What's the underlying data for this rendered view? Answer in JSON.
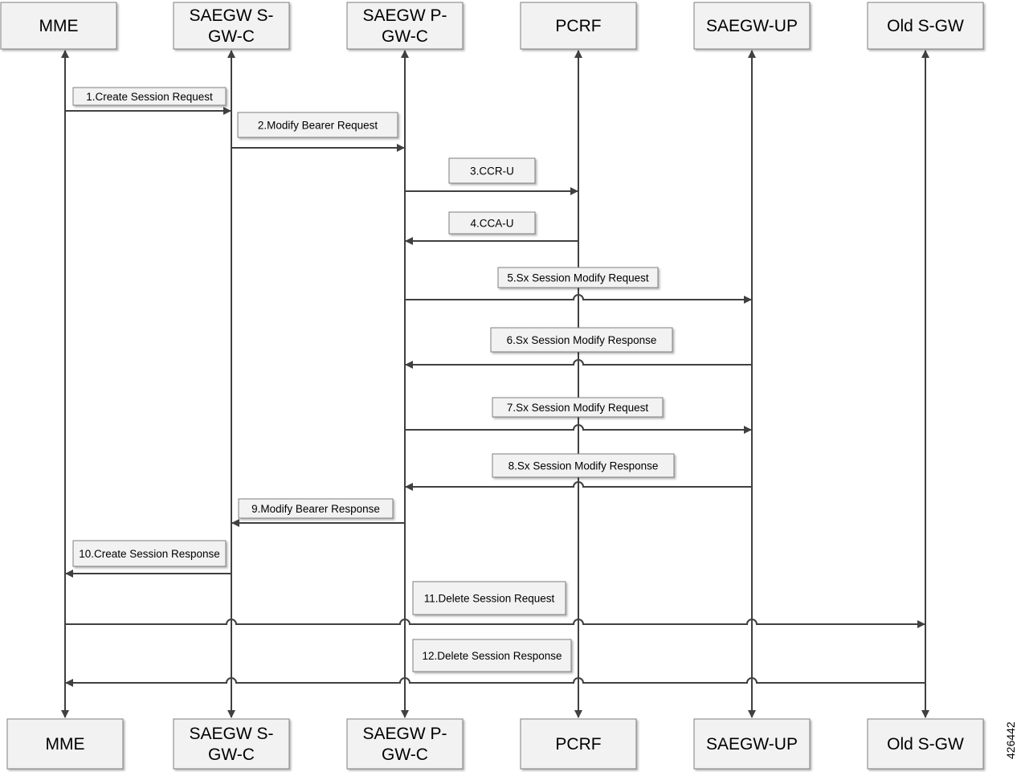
{
  "participants": [
    {
      "id": "mme",
      "lines": [
        "MME"
      ]
    },
    {
      "id": "sgwc",
      "lines": [
        "SAEGW S-",
        "GW-C"
      ]
    },
    {
      "id": "pgwc",
      "lines": [
        "SAEGW P-",
        "GW-C"
      ]
    },
    {
      "id": "pcrf",
      "lines": [
        "PCRF"
      ]
    },
    {
      "id": "up",
      "lines": [
        "SAEGW-UP"
      ]
    },
    {
      "id": "oldsgw",
      "lines": [
        "Old S-GW"
      ]
    }
  ],
  "messages": [
    {
      "label": "1.Create Session Request",
      "from": "mme",
      "to": "sgwc"
    },
    {
      "label": "2.Modify Bearer Request",
      "from": "sgwc",
      "to": "pgwc"
    },
    {
      "label": "3.CCR-U",
      "from": "pgwc",
      "to": "pcrf"
    },
    {
      "label": "4.CCA-U",
      "from": "pcrf",
      "to": "pgwc"
    },
    {
      "label": "5.Sx Session Modify Request",
      "from": "pgwc",
      "to": "up"
    },
    {
      "label": "6.Sx Session Modify Response",
      "from": "up",
      "to": "pgwc"
    },
    {
      "label": "7.Sx Session Modify Request",
      "from": "pgwc",
      "to": "up"
    },
    {
      "label": "8.Sx Session Modify Response",
      "from": "up",
      "to": "pgwc"
    },
    {
      "label": "9.Modify Bearer Response",
      "from": "pgwc",
      "to": "sgwc"
    },
    {
      "label": "10.Create Session Response",
      "from": "sgwc",
      "to": "mme"
    },
    {
      "label": "11.Delete Session Request",
      "from": "mme",
      "to": "oldsgw"
    },
    {
      "label": "12.Delete Session Response",
      "from": "oldsgw",
      "to": "mme"
    }
  ],
  "figure_id": "426442"
}
